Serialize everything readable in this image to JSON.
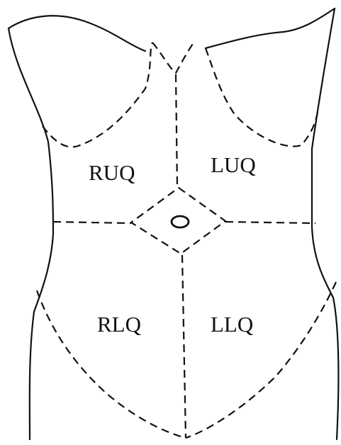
{
  "quadrants": {
    "ruq": "RUQ",
    "luq": "LUQ",
    "rlq": "RLQ",
    "llq": "LLQ"
  },
  "colors": {
    "line": "#111111",
    "background": "#ffffff"
  }
}
